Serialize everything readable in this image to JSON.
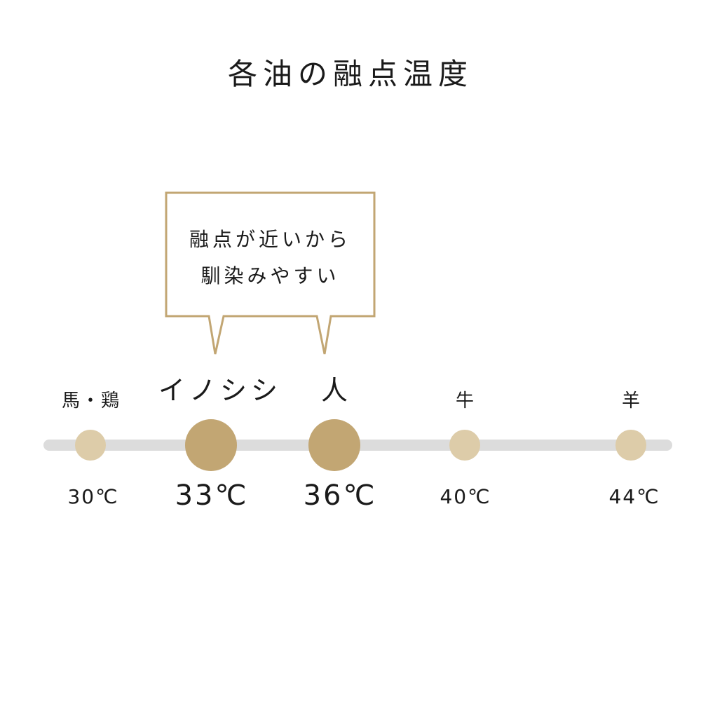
{
  "title": "各油の融点温度",
  "callout": {
    "line1": "融点が近いから",
    "line2": "馴染みやすい"
  },
  "colors": {
    "accent_dark": "#c2a673",
    "accent_light": "#ddcca9",
    "callout_border": "#c2a673",
    "track": "#dcdcdc"
  },
  "points": [
    {
      "label": "馬・鶏",
      "temp": "30℃",
      "highlight": false
    },
    {
      "label": "イノシシ",
      "temp": "33℃",
      "highlight": true
    },
    {
      "label": "人",
      "temp": "36℃",
      "highlight": true
    },
    {
      "label": "牛",
      "temp": "40℃",
      "highlight": false
    },
    {
      "label": "羊",
      "temp": "44℃",
      "highlight": false
    }
  ]
}
